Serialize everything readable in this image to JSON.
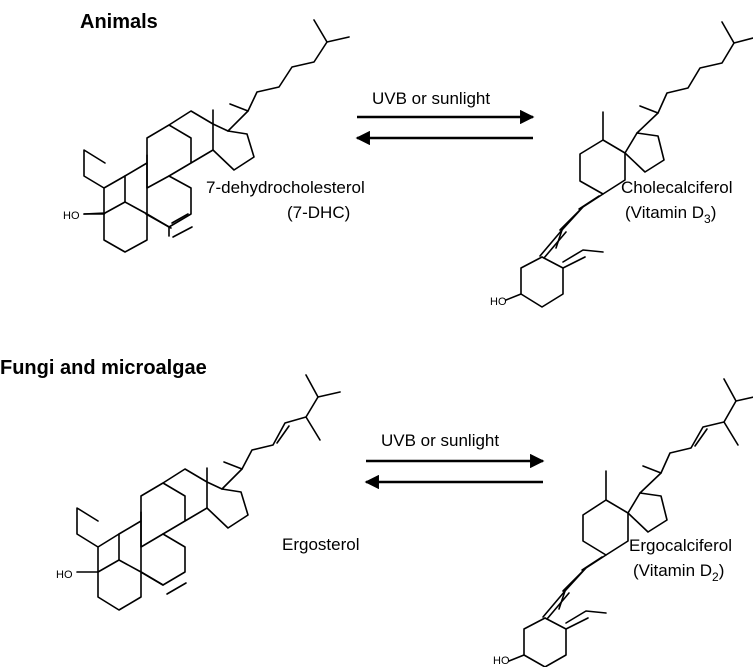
{
  "animals": {
    "heading": "Animals",
    "arrow_label": "UVB or sunlight",
    "reactant": {
      "name": "7-dehydrocholesterol",
      "abbr": "(7-DHC)",
      "hydroxyl": "HO"
    },
    "product": {
      "name": "Cholecalciferol",
      "vitamin": "(Vitamin D",
      "sub": "3",
      "close": ")",
      "hydroxyl": "HO"
    }
  },
  "fungi": {
    "heading": "Fungi and microalgae",
    "arrow_label": "UVB or sunlight",
    "reactant": {
      "name": "Ergosterol",
      "hydroxyl": "HO"
    },
    "product": {
      "name": "Ergocalciferol",
      "vitamin": "(Vitamin D",
      "sub": "2",
      "close": ")",
      "hydroxyl": "HO"
    }
  },
  "colors": {
    "ink": "#000000",
    "background": "#ffffff"
  }
}
